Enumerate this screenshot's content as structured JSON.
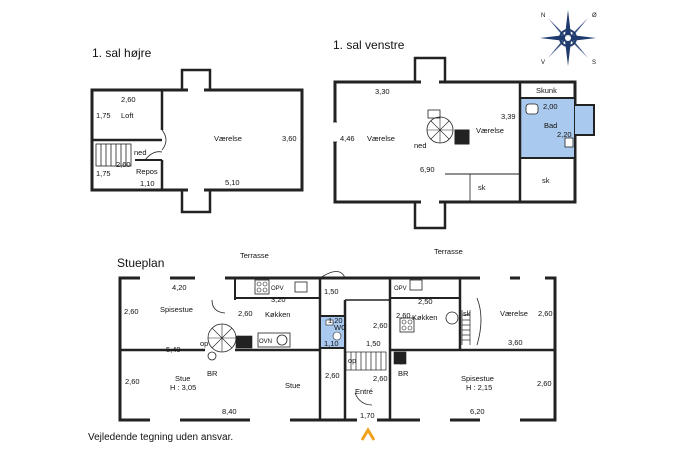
{
  "headings": {
    "floor1_right": "1. sal højre",
    "floor1_left": "1. sal venstre",
    "ground": "Stueplan"
  },
  "disclaimer": "Vejledende tegning uden ansvar.",
  "compass": {
    "n": "N",
    "e": "Ø",
    "s": "S",
    "w": "V"
  },
  "floor1_right": {
    "labels": [
      "2,60",
      "1,75",
      "Loft",
      "Værelse",
      "3,60",
      "ned",
      "2,60",
      "1,75",
      "Repos",
      "1,10",
      "5,10"
    ]
  },
  "floor1_left": {
    "labels": [
      "3,30",
      "4,46",
      "Værelse",
      "Værelse",
      "3,39",
      "ned",
      "6,90",
      "sk",
      "Skunk",
      "2,00",
      "Bad",
      "2,20",
      "sk"
    ]
  },
  "ground": {
    "labels": [
      "Terrasse",
      "Terrasse",
      "4,20",
      "2,60",
      "Spisestue",
      "2,60",
      "3,20",
      "Køkken",
      "OPV",
      "OVN",
      "op",
      "5,40",
      "BR",
      "2,60",
      "Stue",
      "H : 3,05",
      "Stue",
      "8,40",
      "1,50",
      "1,20",
      "WC",
      "1,10",
      "2,60",
      "1,50",
      "op",
      "Entré",
      "2,60",
      "1,70",
      "OPV",
      "2,50",
      "2,60",
      "Køkken",
      "2,60",
      "sk",
      "Værelse",
      "2,60",
      "3,60",
      "BR",
      "Spisestue",
      "H : 2,15",
      "2,60",
      "6,20"
    ]
  },
  "colors": {
    "walls": "#222222",
    "bath_fill": "#a9c9ee",
    "entry_arrow": "#f0a21d",
    "compass": "#1f3a6e"
  }
}
